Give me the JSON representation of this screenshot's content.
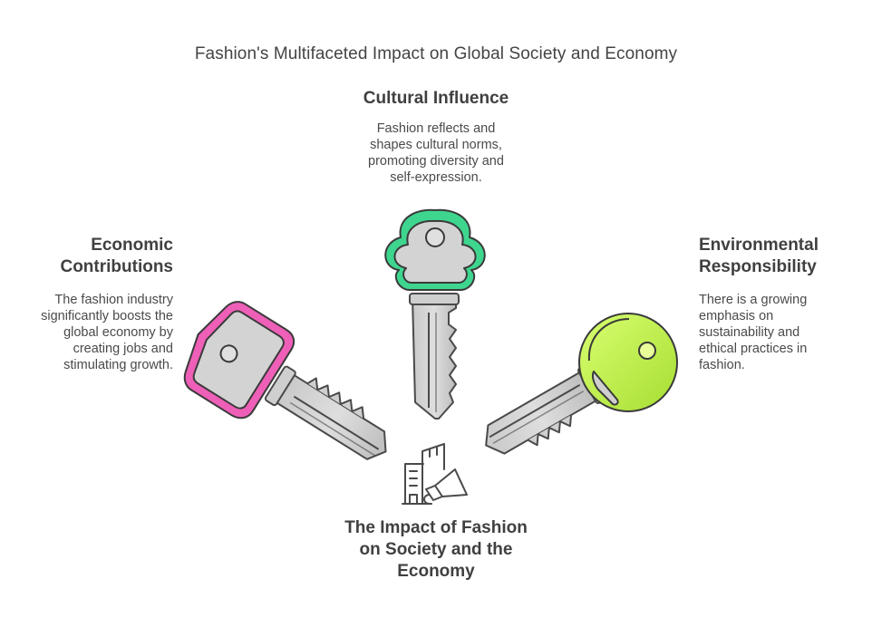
{
  "title": "Fashion's Multifaceted Impact on Global Society and Economy",
  "center": {
    "heading": "The Impact of Fashion on Society and the Economy",
    "icon": "city-megaphone-icon"
  },
  "branches": {
    "cultural": {
      "heading": "Cultural Influence",
      "description": "Fashion reflects and shapes cultural norms, promoting diversity and self-expression.",
      "color": "#3ed68f"
    },
    "economic": {
      "heading": "Economic Contributions",
      "description": "The fashion industry significantly boosts the global economy by creating jobs and stimulating growth.",
      "color": "#ee5fb8"
    },
    "environmental": {
      "heading": "Environmental Responsibility",
      "description": "There is a growing emphasis on sustainability and ethical practices in fashion.",
      "color": "#a9e33c"
    }
  }
}
